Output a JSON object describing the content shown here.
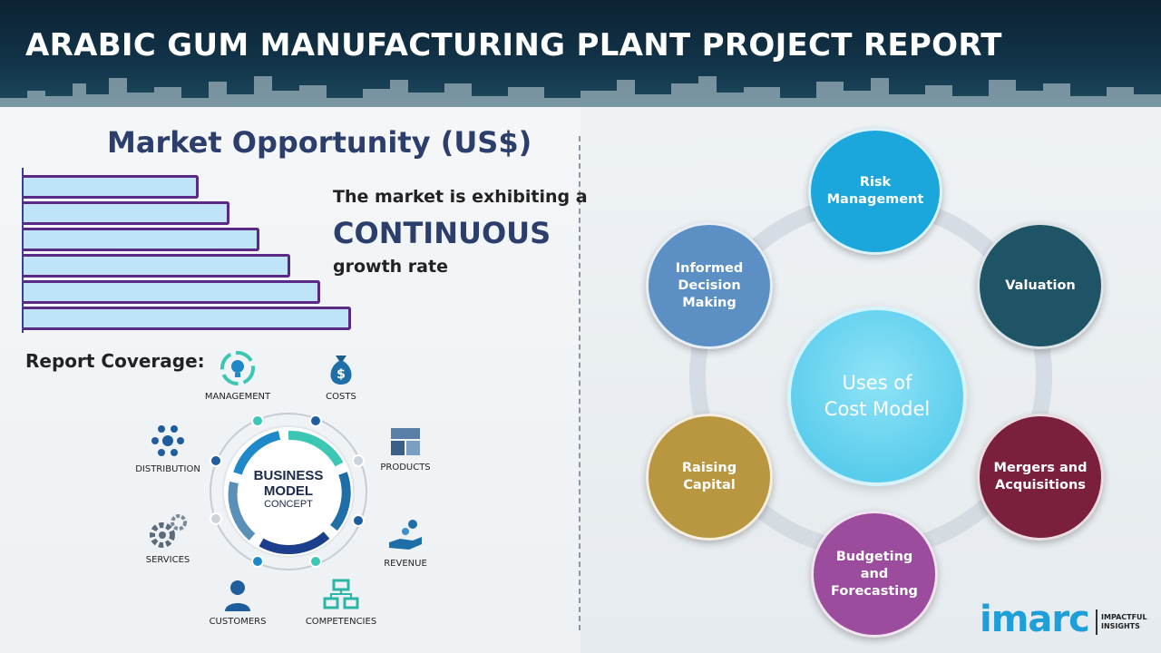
{
  "header": {
    "title": "ARABIC GUM MANUFACTURING PLANT PROJECT REPORT"
  },
  "market": {
    "title": "Market Opportunity (US$)",
    "line1": "The market is exhibiting a",
    "line2": "CONTINUOUS",
    "line3": "growth rate"
  },
  "chart_data": {
    "type": "bar",
    "orientation": "horizontal",
    "values": [
      1,
      2,
      3,
      4,
      5,
      6
    ],
    "title": "Market Opportunity (US$)",
    "colors": {
      "fill": "#bfe4f7",
      "border": "#5b2a86"
    }
  },
  "coverage": {
    "title": "Report Coverage:",
    "items": [
      {
        "label": "MANAGEMENT",
        "icon": "lightbulb-cycle-icon"
      },
      {
        "label": "COSTS",
        "icon": "money-bag-icon"
      },
      {
        "label": "PRODUCTS",
        "icon": "boxes-icon"
      },
      {
        "label": "REVENUE",
        "icon": "hand-coins-icon"
      },
      {
        "label": "COMPETENCIES",
        "icon": "hierarchy-icon"
      },
      {
        "label": "CUSTOMERS",
        "icon": "person-icon"
      },
      {
        "label": "SERVICES",
        "icon": "gears-icon"
      },
      {
        "label": "DISTRIBUTION",
        "icon": "network-icon"
      }
    ],
    "center": {
      "line1": "BUSINESS",
      "line2": "MODEL",
      "line3": "CONCEPT"
    }
  },
  "cost_model": {
    "center": "Uses of Cost Model",
    "nodes": [
      {
        "label": "Risk Management",
        "color": "#1ba6dc"
      },
      {
        "label": "Valuation",
        "color": "#1f5466"
      },
      {
        "label": "Mergers and Acquisitions",
        "color": "#7a1f3c"
      },
      {
        "label": "Budgeting and Forecasting",
        "color": "#9b4c9c"
      },
      {
        "label": "Raising Capital",
        "color": "#b99640"
      },
      {
        "label": "Informed Decision Making",
        "color": "#5c8fc4"
      }
    ]
  },
  "logo": {
    "name": "imarc",
    "tagline": "IMPACTFUL INSIGHTS"
  }
}
